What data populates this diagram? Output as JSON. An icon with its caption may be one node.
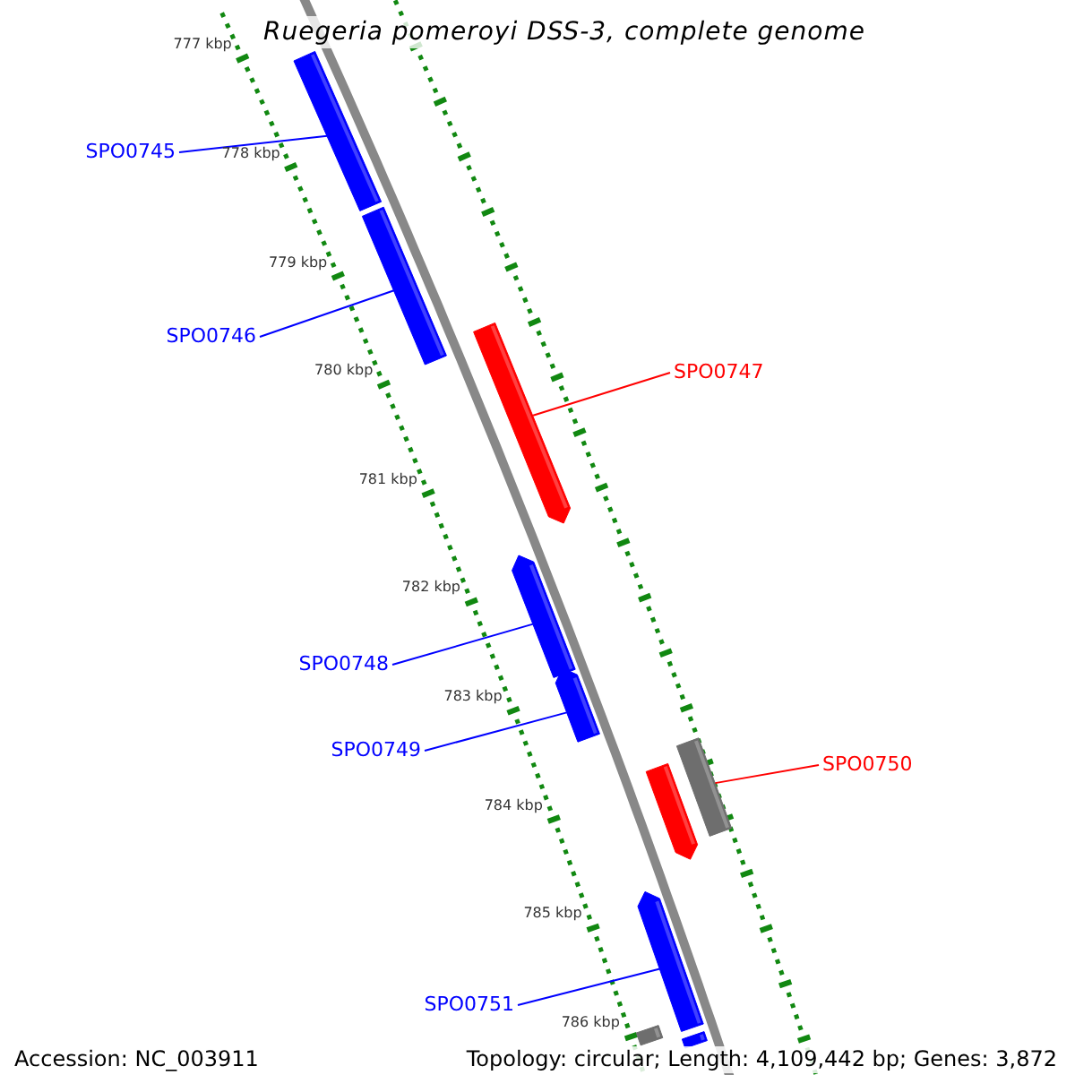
{
  "diagram": {
    "title": "Ruegeria pomeroyi DSS-3, complete genome",
    "nodes": [
      {
        "text": [
          "SPO0745"
        ]
      },
      {
        "text": [
          "SPO0746"
        ]
      },
      {
        "text": [
          "SPO0747"
        ]
      },
      {
        "text": [
          "SPO0748"
        ]
      },
      {
        "text": [
          "SPO0749"
        ]
      },
      {
        "text": [
          "SPO0750"
        ]
      },
      {
        "text": [
          "SPO0751"
        ]
      },
      {
        "text": [],
        "shape": "bar"
      },
      {
        "text": [],
        "shape": "bar"
      },
      {
        "text": [],
        "shape": "bar"
      },
      {
        "text": [],
        "shape": "bar"
      },
      {
        "text": [],
        "shape": "bar"
      },
      {
        "text": [],
        "shape": "bar"
      },
      {
        "text": [],
        "shape": "bar"
      },
      {
        "text": [],
        "shape": "bar"
      },
      {
        "text": [],
        "shape": "bar"
      },
      {
        "text": [],
        "shape": "bar"
      }
    ],
    "edges": [
      {
        "from": 0,
        "to": 7,
        "arrow": "none"
      },
      {
        "from": 1,
        "to": 8,
        "arrow": "none"
      },
      {
        "from": 2,
        "to": 9,
        "arrow": "none",
        "color": "#ff0000"
      },
      {
        "from": 3,
        "to": 10,
        "arrow": "none"
      },
      {
        "from": 4,
        "to": 11,
        "arrow": "none"
      },
      {
        "from": 5,
        "to": 12,
        "arrow": "none",
        "color": "#ff0000"
      },
      {
        "from": 6,
        "to": 14,
        "arrow": "none"
      }
    ],
    "labels": [
      "777 kbp",
      "778 kbp",
      "779 kbp",
      "780 kbp",
      "781 kbp",
      "782 kbp",
      "783 kbp",
      "784 kbp",
      "785 kbp",
      "786 kbp",
      "Accession: NC_003911",
      "Topology: circular; Length: 4,109,442 bp; Genes: 3,872"
    ]
  }
}
